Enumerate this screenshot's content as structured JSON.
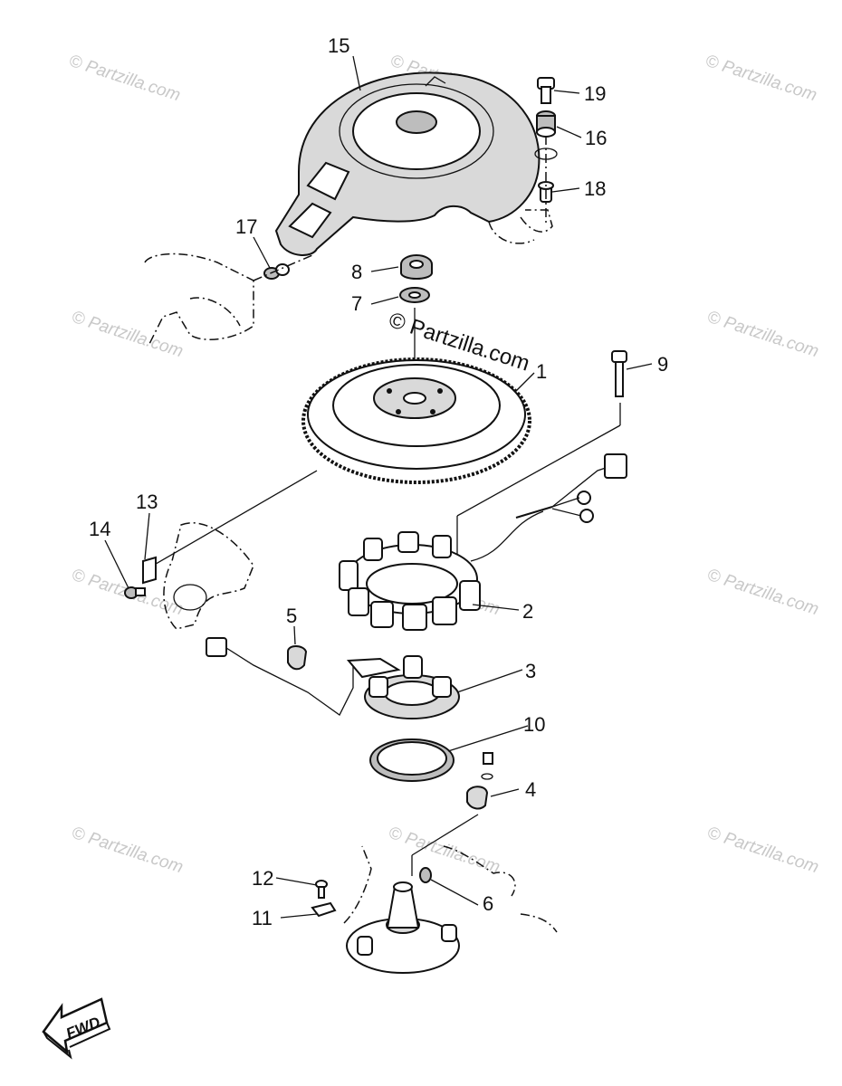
{
  "watermarks": {
    "corner": "© Partzilla.com",
    "center": "© Partzilla.com"
  },
  "direction_marker": "FWD",
  "part_numbers": {
    "p1": "1",
    "p2": "2",
    "p3": "3",
    "p4": "4",
    "p5": "5",
    "p6": "6",
    "p7": "7",
    "p8": "8",
    "p9": "9",
    "p10": "10",
    "p11": "11",
    "p12": "12",
    "p13": "13",
    "p14": "14",
    "p15": "15",
    "p16": "16",
    "p17": "17",
    "p18": "18",
    "p19": "19"
  }
}
